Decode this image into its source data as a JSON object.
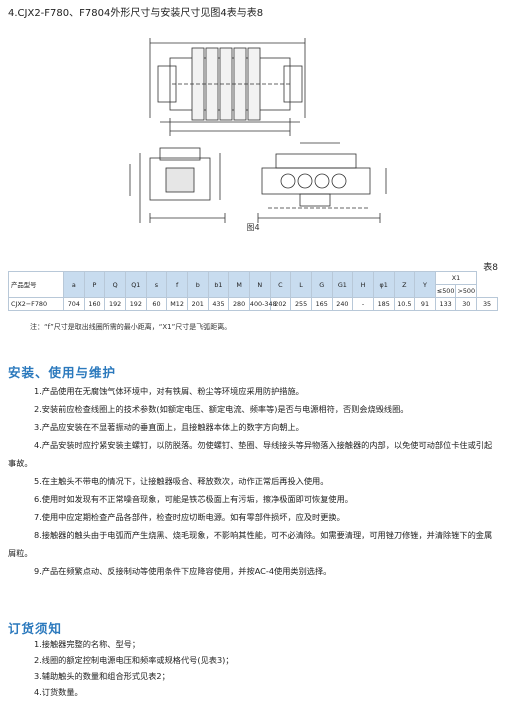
{
  "header": {
    "title": "4.CJX2-F780、F7804外形尺寸与安装尺寸见图4表与表8"
  },
  "figure": {
    "label": "图4"
  },
  "table": {
    "label": "表8",
    "header_cells": [
      "产品型号",
      "a",
      "P",
      "Q",
      "Q1",
      "s",
      "f",
      "b",
      "b1",
      "M",
      "N",
      "C",
      "L",
      "G",
      "G1",
      "H",
      "φ1",
      "Z",
      "Y"
    ],
    "x1_label": "X1",
    "x1_sub": [
      "≤500",
      ">500"
    ],
    "row": [
      "CJX2−F780",
      "704",
      "160",
      "192",
      "192",
      "60",
      "M12",
      "201",
      "435",
      "280",
      "400-348",
      "202",
      "255",
      "165",
      "240",
      "-",
      "185",
      "10.5",
      "91",
      "133",
      "30",
      "35"
    ]
  },
  "note": "注：“f”尺寸是取出线圈所需的最小距离，“X1”尺寸是飞弧距离。",
  "section1": {
    "title": "安装、使用与维护",
    "items": [
      "1.产品使用在无腐蚀气体环境中，对有铁屑、粉尘等环境应采用防护措施。",
      "2.安装前应检查线圈上的技术参数(如额定电压、额定电流、频率等)是否与电源相符，否则会烧毁线圈。",
      "3.产品应安装在不显著振动的垂直面上，且接触器本体上的数字方向朝上。",
      "4.产品安装时应拧紧安装主螺钉，以防脱落。勿使螺钉、垫圈、导线接头等异物落入接触器的内部，以免使可动部位卡住或引起事故。",
      "5.在主触头不带电的情况下，让接触器吸合、释放数次，动作正常后再投入使用。",
      "6.使用时如发现有不正常噪音现象，可能是铁芯极面上有污垢，擦净极面即可恢复使用。",
      "7.使用中应定期检查产品各部件，检查时应切断电源。如有零部件损坏，应及时更换。",
      "8.接触器的触头由于电弧而产生烧黑、烧毛现象，不影响其性能，可不必清除。如需要清理，可用锉刀修锉，并清除锉下的金属屑粒。",
      "9.产品在频繁点动、反接制动等使用条件下应降容使用，并按AC-4使用类别选择。"
    ]
  },
  "section2": {
    "title": "订货须知",
    "items": [
      "1.接触器完整的名称、型号；",
      "2.线圈的额定控制电源电压和频率或规格代号(见表3)；",
      "3.辅助触头的数量和组合形式见表2；",
      "4.订货数量。"
    ]
  }
}
